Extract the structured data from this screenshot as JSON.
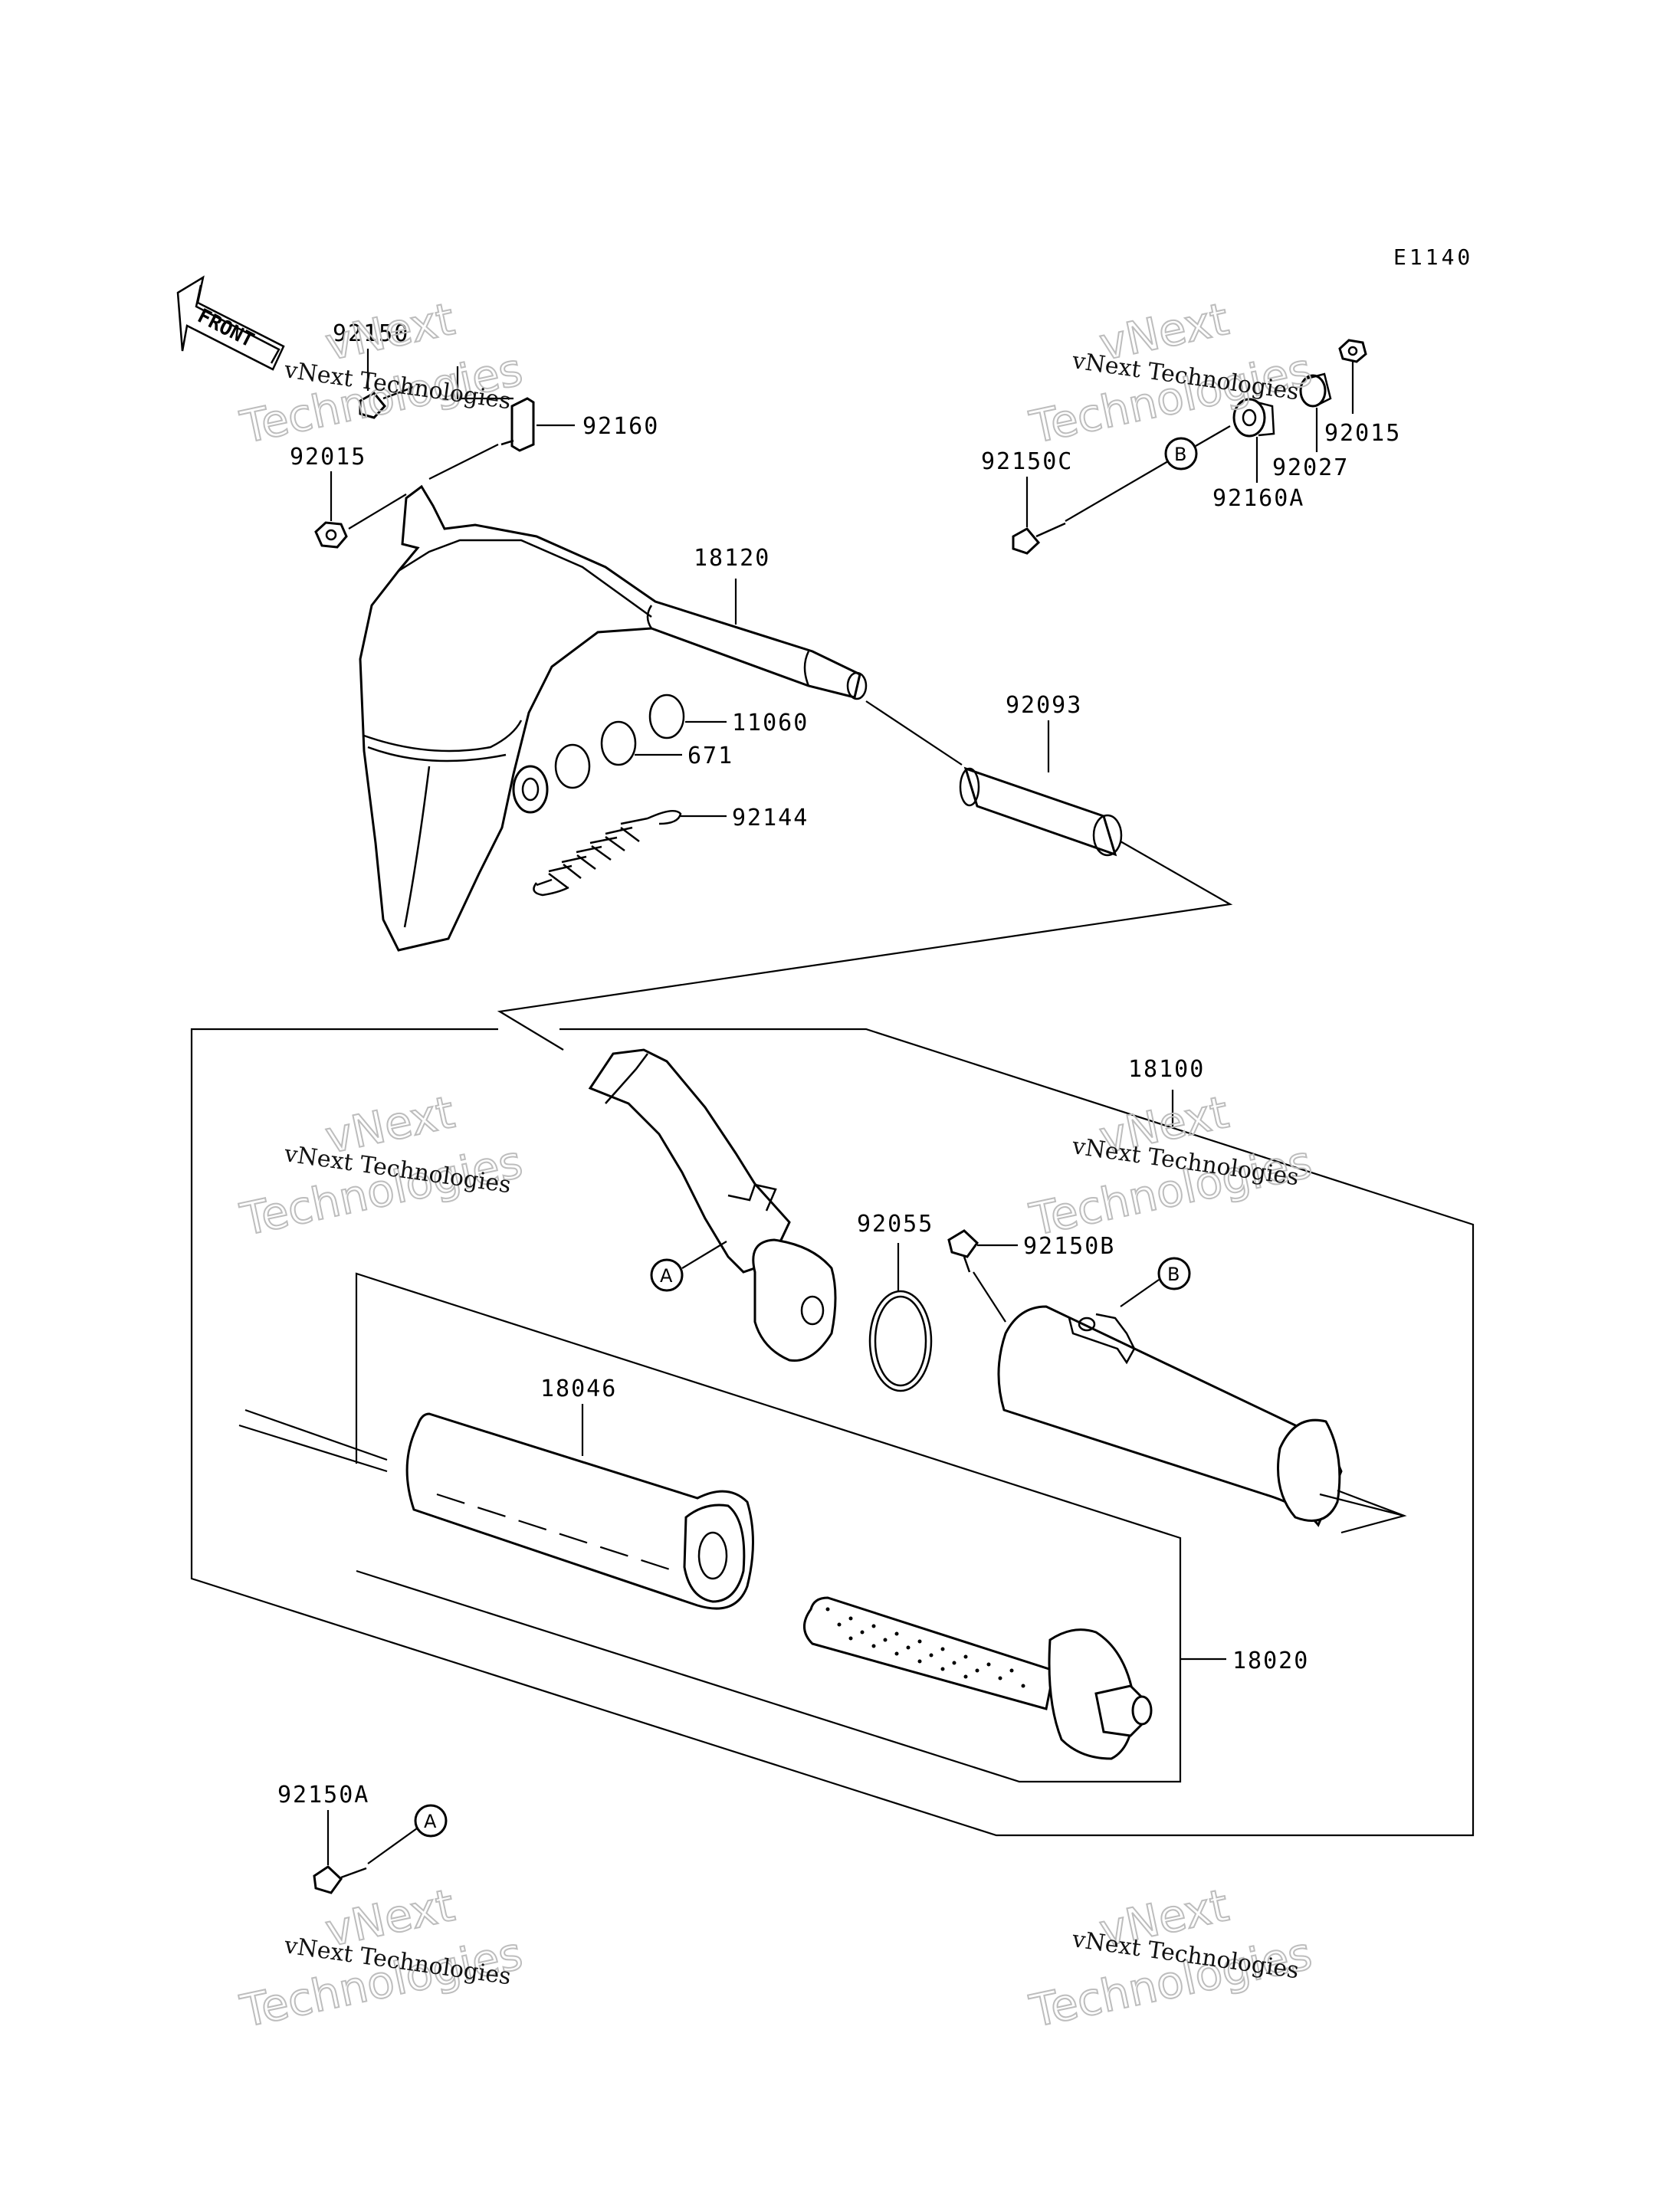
{
  "diagram_code": "E1140",
  "front_label": "FRONT",
  "callouts": {
    "a": "A",
    "b": "B"
  },
  "watermark": {
    "line1": "vNext Technologies",
    "line2": "vNext",
    "line3": "Technologies"
  },
  "parts": {
    "p92150": "92150",
    "p92160": "92160",
    "p92015_left": "92015",
    "p92015_right": "92015",
    "p92150C": "92150C",
    "p92027": "92027",
    "p92160A": "92160A",
    "p18120": "18120",
    "p11060": "11060",
    "p671": "671",
    "p92144": "92144",
    "p92093": "92093",
    "p18100": "18100",
    "p92055": "92055",
    "p92150B": "92150B",
    "p18046": "18046",
    "p18020": "18020",
    "p92150A": "92150A"
  },
  "colors": {
    "line": "#000000",
    "watermark_outline": "#bdbdbd"
  }
}
